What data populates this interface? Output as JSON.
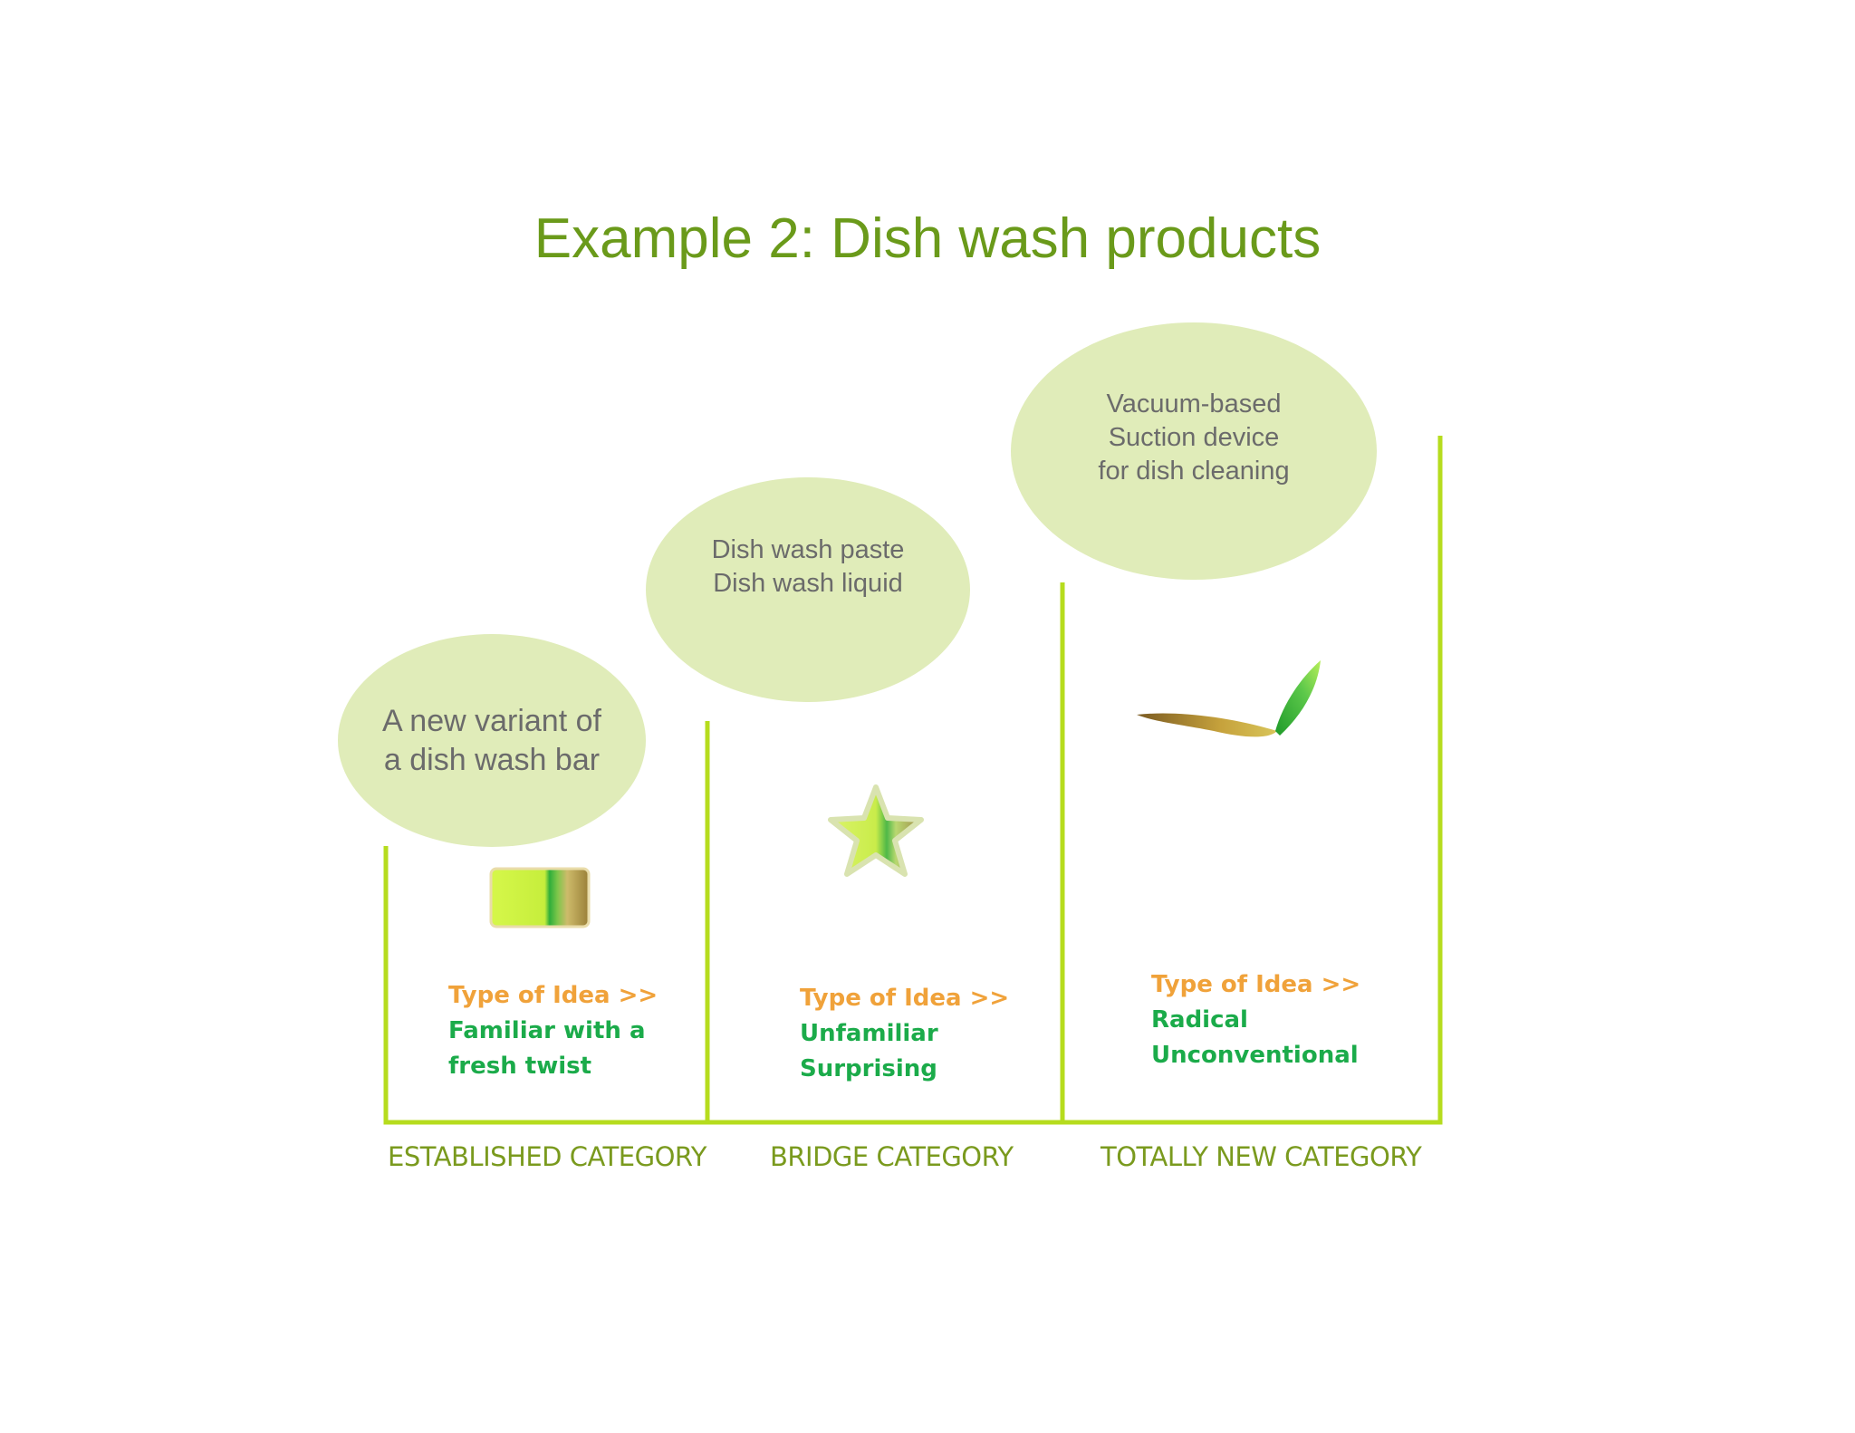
{
  "title": "Example 2: Dish wash products",
  "colors": {
    "title": "#6a9a1a",
    "bracket": "#b6dc1e",
    "bubble": "#e0ecb9",
    "bubble_text": "#6b6b6b",
    "idea_head": "#f0a23a",
    "idea_body": "#1bab4a",
    "category": "#7a9a1e"
  },
  "columns": [
    {
      "bubble": "A new variant of\na dish wash bar",
      "icon": "dish-wash-bar-icon",
      "idea_head": "Type of Idea >>",
      "idea_body": "Familiar with a\nfresh twist",
      "category": "ESTABLISHED CATEGORY"
    },
    {
      "bubble": "Dish wash paste\nDish wash liquid",
      "icon": "star-paste-icon",
      "idea_head": "Type of Idea >>",
      "idea_body": "Unfamiliar\nSurprising",
      "category": "BRIDGE CATEGORY"
    },
    {
      "bubble": "Vacuum-based\nSuction device\nfor dish cleaning",
      "icon": "suction-device-icon",
      "idea_head": "Type of Idea >>",
      "idea_body": "Radical\nUnconventional",
      "category": "TOTALLY NEW CATEGORY"
    }
  ]
}
